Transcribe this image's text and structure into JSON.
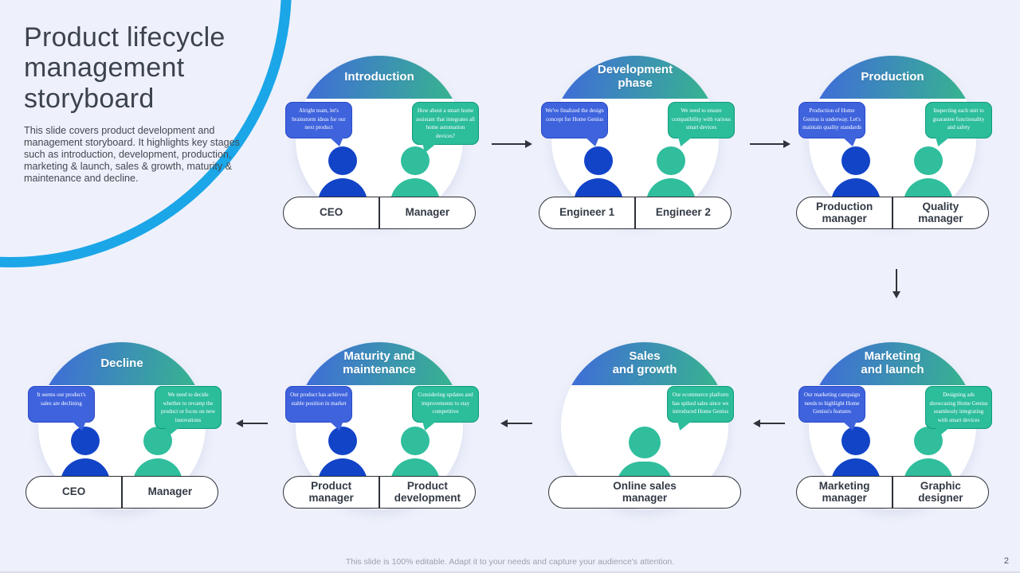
{
  "slide": {
    "title": "Product lifecycle management storyboard",
    "description": "This slide covers product development and management storyboard. It highlights key stages such as introduction, development, production, marketing & launch, sales & growth, maturity & maintenance and decline.",
    "footer": "This slide is 100% editable.  Adapt it to your needs and capture your audience's attention.",
    "page_number": "2"
  },
  "colors": {
    "background": "#EEF1FB",
    "accent_ring": "#1BA6E8",
    "header_gradient_left": "#4066DF",
    "header_gradient_right": "#38B093",
    "person_blue": "#1244C8",
    "person_teal": "#30BE9D",
    "bubble_blue": "#3E63DD",
    "bubble_teal": "#2CBD9B",
    "arrow": "#30343B"
  },
  "stages": [
    {
      "id": "introduction",
      "title": "Introduction",
      "bubbles": [
        {
          "speaker": "blue",
          "text": "Alright team, let's brainstorm ideas for our next product"
        },
        {
          "speaker": "teal",
          "text": "How about a smart home assistant that integrates all home automation devices?"
        }
      ],
      "roles": [
        "CEO",
        "Manager"
      ]
    },
    {
      "id": "development-phase",
      "title": "Development\nphase",
      "bubbles": [
        {
          "speaker": "blue",
          "text": "We've finalized the design concept for Home Genius"
        },
        {
          "speaker": "teal",
          "text": "We need to ensure compatibility with various smart devices"
        }
      ],
      "roles": [
        "Engineer 1",
        "Engineer 2"
      ]
    },
    {
      "id": "production",
      "title": "Production",
      "bubbles": [
        {
          "speaker": "blue",
          "text": "Production of Home Genius is underway. Let's maintain quality standards"
        },
        {
          "speaker": "teal",
          "text": "Inspecting each unit to guarantee functionality and safety"
        }
      ],
      "roles": [
        "Production manager",
        "Quality manager"
      ]
    },
    {
      "id": "marketing-and-launch",
      "title": "Marketing\nand launch",
      "bubbles": [
        {
          "speaker": "blue",
          "text": "Our marketing campaign needs to highlight Home Genius's features"
        },
        {
          "speaker": "teal",
          "text": "Designing ads showcasing Home Genius seamlessly integrating with smart devices"
        }
      ],
      "roles": [
        "Marketing manager",
        "Graphic designer"
      ]
    },
    {
      "id": "sales-and-growth",
      "title": "Sales\nand growth",
      "bubbles": [
        {
          "speaker": "teal",
          "text": "Our ecommerce platform has spiked sales since we introduced Home Genius"
        }
      ],
      "roles": [
        "Online sales manager"
      ]
    },
    {
      "id": "maturity-and-maintenance",
      "title": "Maturity and\nmaintenance",
      "bubbles": [
        {
          "speaker": "blue",
          "text": "Our product has achieved stable position in market"
        },
        {
          "speaker": "teal",
          "text": "Considering updates and improvements to stay competitive"
        }
      ],
      "roles": [
        "Product manager",
        "Product development"
      ]
    },
    {
      "id": "decline",
      "title": "Decline",
      "bubbles": [
        {
          "speaker": "blue",
          "text": "It seems our product's sales are declining"
        },
        {
          "speaker": "teal",
          "text": "We need to decide whether to revamp the product or focus on new innovations"
        }
      ],
      "roles": [
        "CEO",
        "Manager"
      ]
    }
  ]
}
